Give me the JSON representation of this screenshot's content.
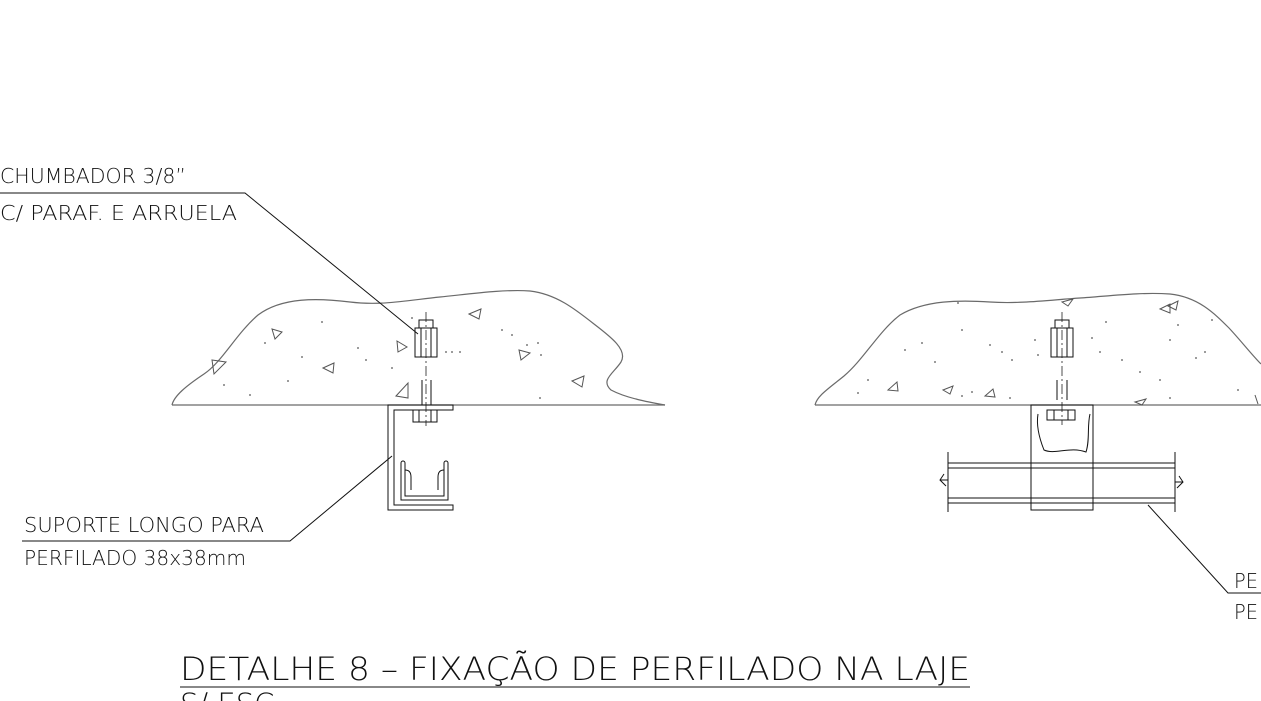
{
  "drawing": {
    "left_detail": {
      "anchor_label_line1": "CHUMBADOR 3/8”",
      "anchor_label_line2": "C/ PARAF. E ARRUELA",
      "support_label_line1": "SUPORTE LONGO PARA",
      "support_label_line2": "PERFILADO 38x38mm"
    },
    "right_detail": {
      "label_line1": "PE",
      "label_line2": "PE"
    },
    "title": "DETALHE 8 – FIXAÇÃO DE PERFILADO NA LAJE",
    "scale_note": "S/ ESC"
  },
  "colors": {
    "background": "#ffffff",
    "linework": "#111111",
    "concrete_outline": "#6a6a6a"
  }
}
